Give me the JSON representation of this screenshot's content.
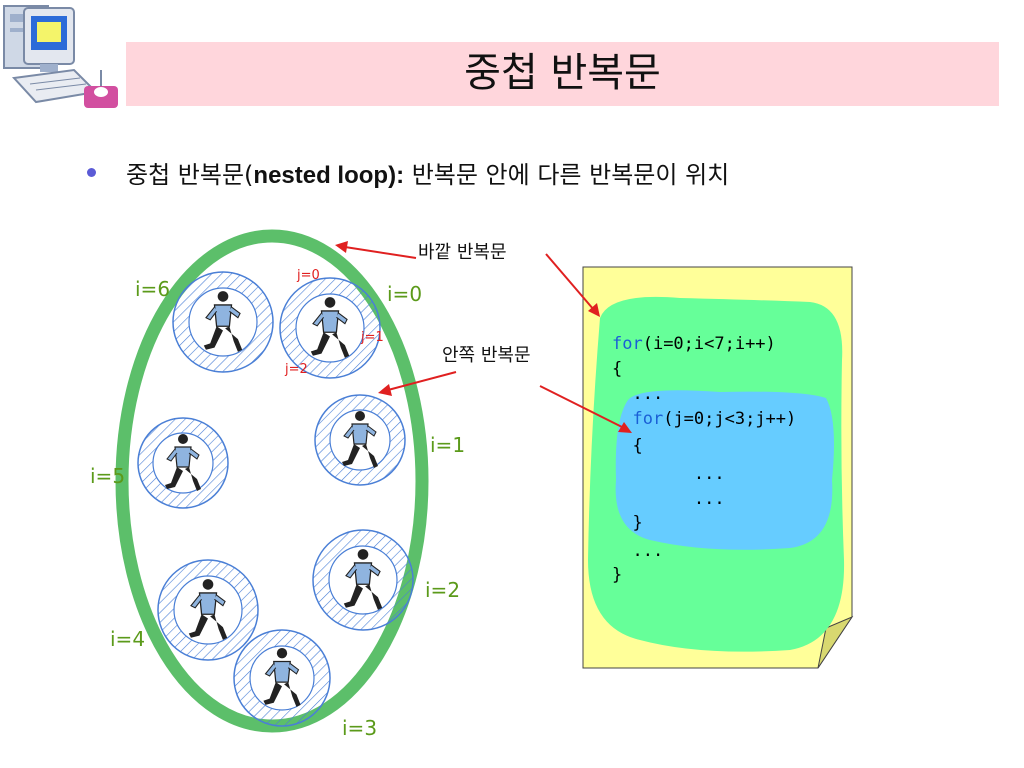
{
  "title": "중첩 반복문",
  "bullet": {
    "prefix": "중첩 반복문(",
    "english": "nested loop):",
    "suffix": " 반복문 안에 다른 반복문이 위치"
  },
  "annotations": {
    "outer": "바깥 반복문",
    "inner": "안쪽 반복문"
  },
  "i_labels": [
    "i=0",
    "i=1",
    "i=2",
    "i=3",
    "i=4",
    "i=5",
    "i=6"
  ],
  "j_labels": [
    "j=0",
    "j=1",
    "j=2"
  ],
  "code": {
    "outer_kw": "for",
    "outer_rest": "(i=0;i<7;i++)",
    "open1": "{",
    "dots1": "  ...",
    "inner_kw": "for",
    "inner_rest": "(j=0;j<3;j++)",
    "open2": "  {",
    "dots2": "        ...",
    "dots3": "        ...",
    "close2": "  }",
    "dots4": "  ...",
    "close1": "}"
  },
  "icons": {
    "logo": "computer-icon",
    "runner": "running-man-icon"
  },
  "colors": {
    "title_bg": "#ffd6dc",
    "ring": "#5cbf6a",
    "outer_block": "#66ff99",
    "inner_block": "#66ccff",
    "page": "#ffff99",
    "arrow": "#e02020",
    "i_label": "#5b9a1a",
    "keyword": "#1a5fd6"
  }
}
